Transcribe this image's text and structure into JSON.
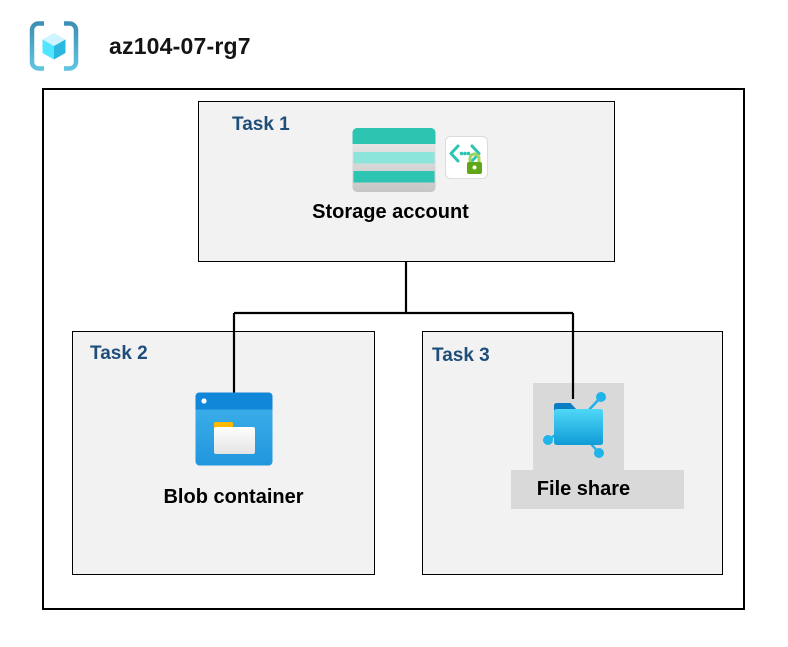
{
  "header": {
    "resource_group_name": "az104-07-rg7",
    "icon": "resource-group-icon"
  },
  "diagram": {
    "tasks": [
      {
        "label": "Task 1",
        "resource": "Storage account",
        "icons": [
          "storage-account-icon",
          "code-lock-icon"
        ],
        "highlighted": false
      },
      {
        "label": "Task 2",
        "resource": "Blob container",
        "icons": [
          "blob-container-icon"
        ],
        "highlighted": false
      },
      {
        "label": "Task 3",
        "resource": "File share",
        "icons": [
          "file-share-icon"
        ],
        "highlighted": true
      }
    ],
    "connectors": [
      {
        "from": "Storage account",
        "to": "Blob container"
      },
      {
        "from": "Storage account",
        "to": "File share"
      }
    ],
    "colors": {
      "task_label": "#1f4e79",
      "task_box_fill": "#f2f2f2",
      "box_border": "#000000",
      "connector": "#000000",
      "highlight_background": "#d9d9d9",
      "storage_teal": "#2dc4b2",
      "blob_blue": "#1187d9",
      "file_share_cyan": "#1fb0e8",
      "lock_green": "#5fa716"
    }
  }
}
